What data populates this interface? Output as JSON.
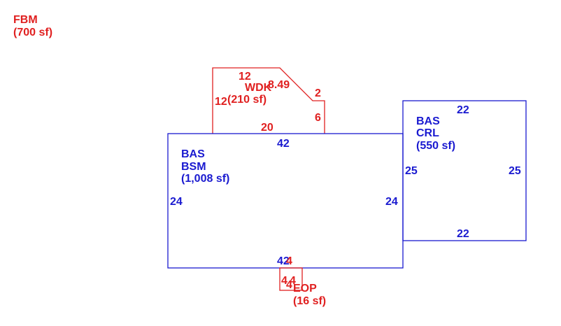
{
  "colors": {
    "red": "#e02020",
    "blue": "#1a1ad0"
  },
  "fbm": {
    "code": "FBM",
    "area": "(700 sf)"
  },
  "wdk": {
    "code": "WDK",
    "area": "(210 sf)",
    "dims": {
      "top": "12",
      "left": "12",
      "diag": "8.49",
      "right_top": "2",
      "right": "6",
      "bottom": "20"
    }
  },
  "bsm": {
    "code1": "BAS",
    "code2": "BSM",
    "area": "(1,008 sf)",
    "dims": {
      "top": "42",
      "bottom": "42",
      "left": "24",
      "right": "24"
    }
  },
  "crl": {
    "code1": "BAS",
    "code2": "CRL",
    "area": "(550 sf)",
    "dims": {
      "top": "22",
      "bottom": "22",
      "left": "25",
      "right": "25"
    }
  },
  "eop": {
    "code": "EOP",
    "area": "(16 sf)",
    "dims": {
      "top": "4",
      "left": "4",
      "right": "4",
      "bottom": "4"
    }
  }
}
